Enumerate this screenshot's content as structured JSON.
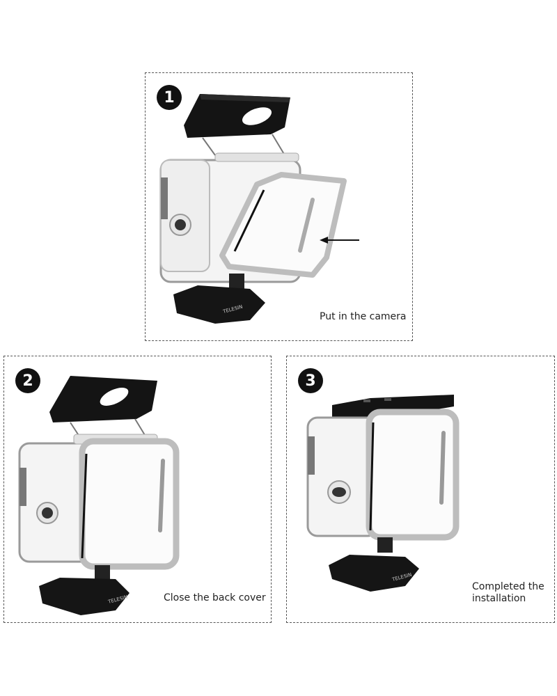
{
  "steps": [
    {
      "number": "1",
      "caption": "Put in the camera",
      "brand_label": "TELESIN",
      "arrow": "left-arrow"
    },
    {
      "number": "2",
      "caption": "Close the back cover",
      "brand_label": "TELESIN"
    },
    {
      "number": "3",
      "caption": "Completed the\ninstallation",
      "brand_label": "TELESIN"
    }
  ],
  "colors": {
    "border": "#555555",
    "badge": "#111111",
    "text": "#222222",
    "background": "#ffffff"
  }
}
